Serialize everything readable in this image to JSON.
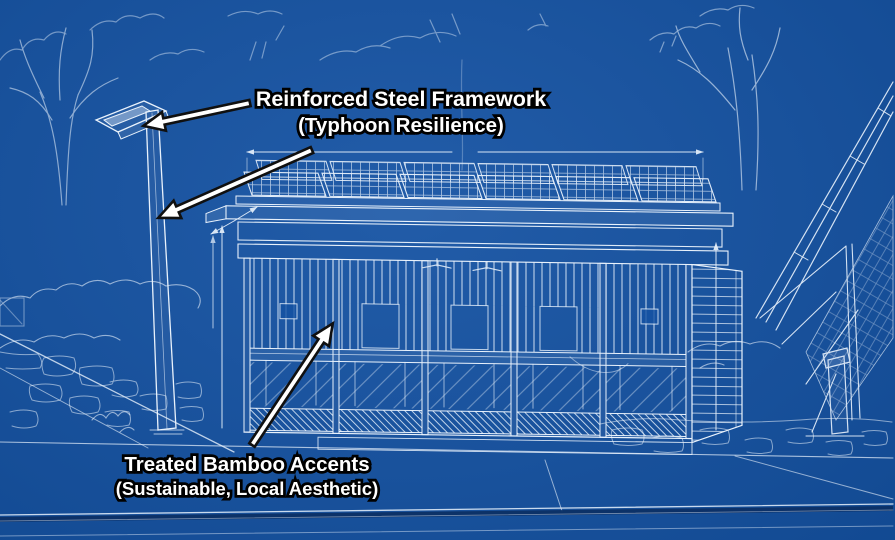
{
  "annotations": {
    "steel_label": {
      "line1": "Reinforced Steel Framework",
      "line2": "(Typhoon Resilience)"
    },
    "bamboo_label": {
      "line1": "Treated Bamboo Accents",
      "line2": "(Sustainable, Local Aesthetic)"
    }
  },
  "colors": {
    "background": "#1452a3",
    "line": "#e9f2fc",
    "label_text": "#ffffff",
    "label_outline": "#000000",
    "arrow_fill": "#ffffff",
    "arrow_outline": "#101010",
    "road_shadow": "#0b2f63"
  }
}
